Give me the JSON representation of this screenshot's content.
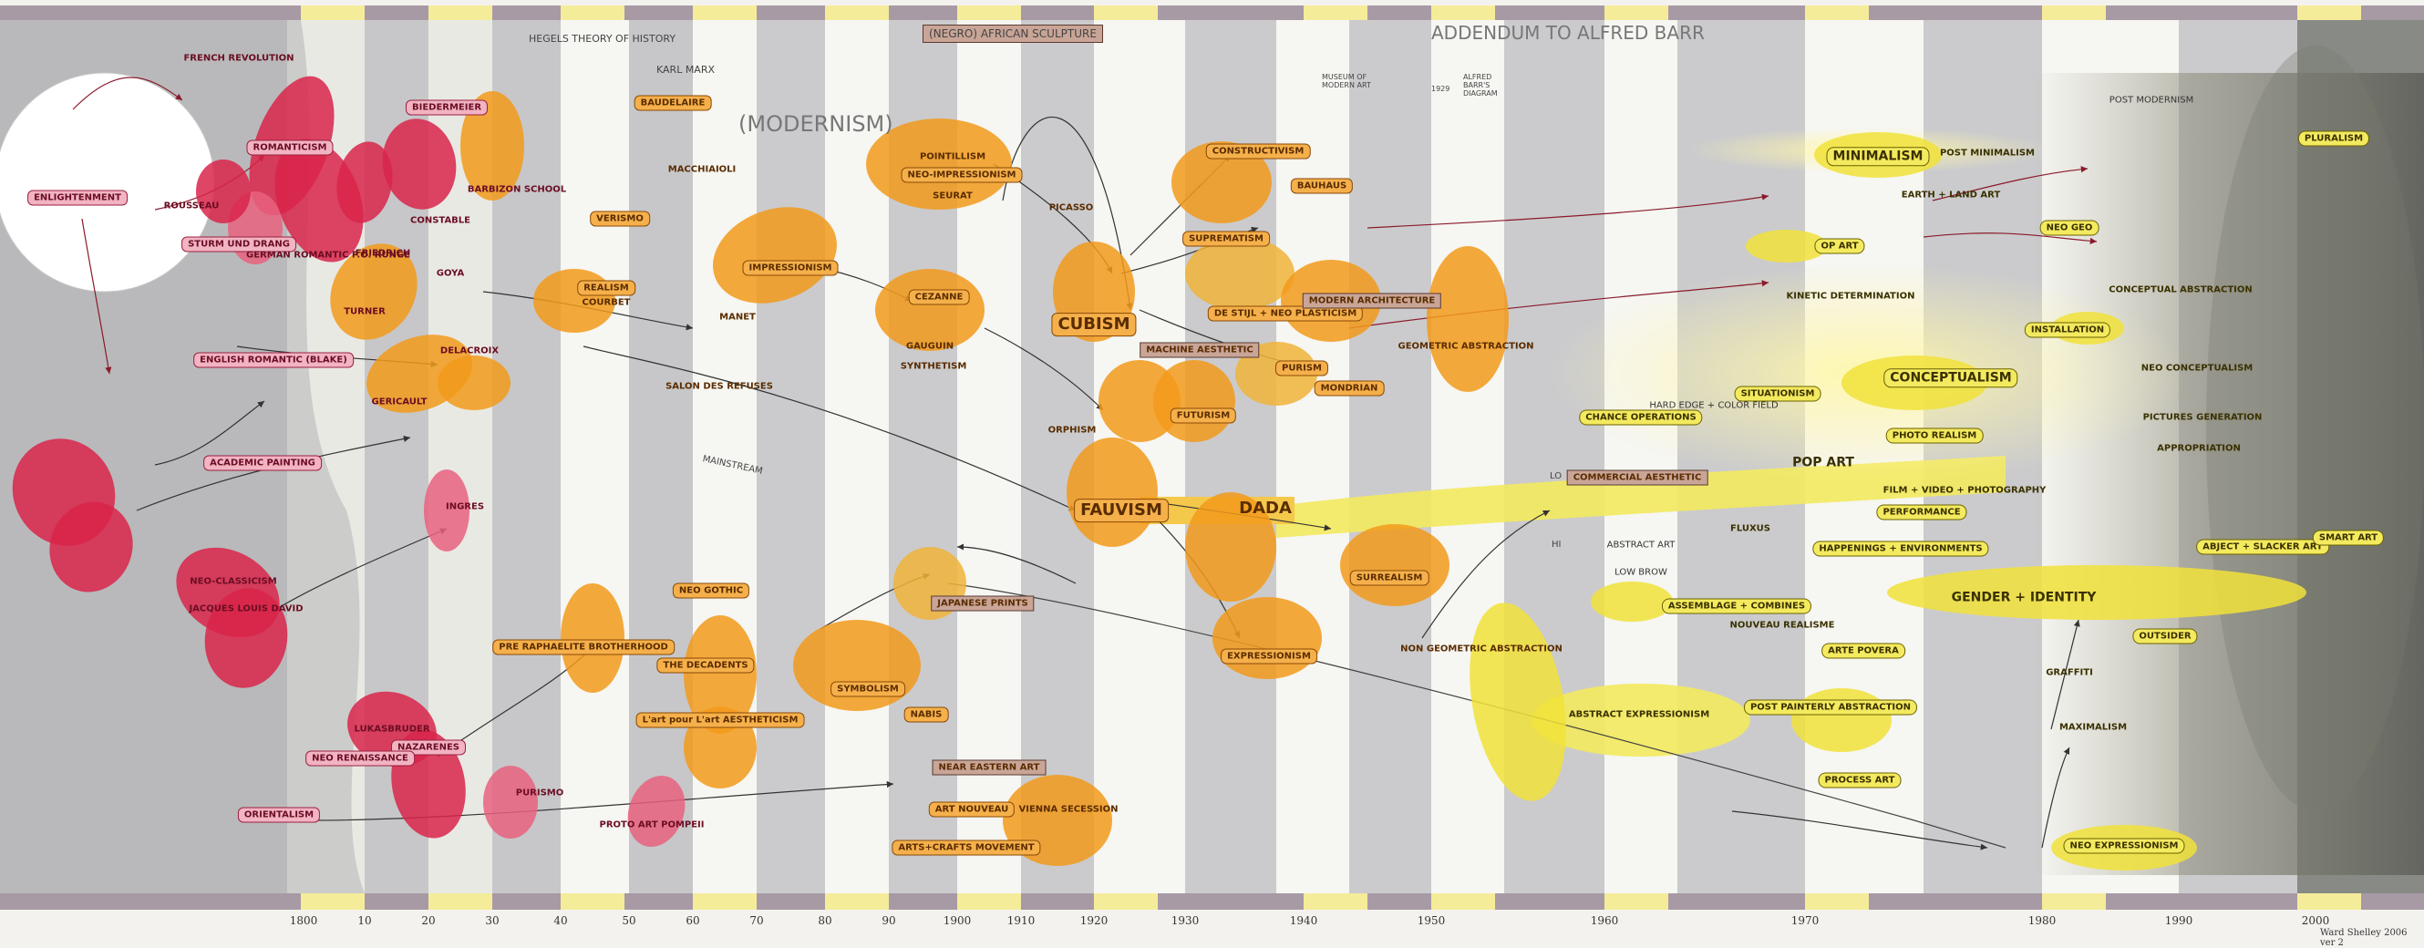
{
  "title": "ADDENDUM TO ALFRED BARR",
  "headers": {
    "hegel": "HEGELS THEORY OF HISTORY",
    "marx": "KARL MARX",
    "modernism": "(MODERNISM)",
    "negro_sculpture": "(NEGRO) AFRICAN SCULPTURE",
    "museum": "MUSEUM OF MODERN ART",
    "barr_diagram": "ALFRED BARR'S DIAGRAM",
    "year_1929": "1929",
    "mainstream": "MAINSTREAM",
    "lo": "LO",
    "hi": "HI"
  },
  "decade_ticks": [
    "1800",
    "10",
    "20",
    "30",
    "40",
    "50",
    "60",
    "70",
    "80",
    "90",
    "1900",
    "1910",
    "1920",
    "1930",
    "1940",
    "1950",
    "1960",
    "1970",
    "1980",
    "1990",
    "2000"
  ],
  "signature": "Ward Shelley 2006 ver 2",
  "nodes": {
    "enlightenment": "ENLIGHTENMENT",
    "french_revolution": "FRENCH REVOLUTION",
    "romanticism": "ROMANTICISM",
    "rousseau": "ROUSSEAU",
    "sturm_drang": "STURM UND DRANG",
    "german_romantic": "GERMAN ROMANTIC P.O. RUNGE",
    "friedrich": "FRIEDRICH",
    "turner": "TURNER",
    "english_romantic": "ENGLISH ROMANTIC (BLAKE)",
    "constable": "CONSTABLE",
    "goya": "GOYA",
    "barbizon": "BARBIZON SCHOOL",
    "biedermeier": "BIEDERMEIER",
    "gericault": "GERICAULT",
    "delacroix": "DELACROIX",
    "realism": "REALISM",
    "courbet": "COURBET",
    "verismo": "VERISMO",
    "baudelaire": "BAUDELAIRE",
    "macchiaioli": "MACCHIAIOLI",
    "impressionism": "IMPRESSIONISM",
    "manet": "MANET",
    "salon_refuses": "SALON DES REFUSES",
    "neo_impressionism": "NEO-IMPRESSIONISM",
    "seurat": "SEURAT",
    "pointillism": "POINTILLISM",
    "cezanne": "CEZANNE",
    "gauguin": "GAUGUIN",
    "synthetism": "SYNTHETISM",
    "cubism": "CUBISM",
    "picasso": "PICASSO",
    "constructivism": "CONSTRUCTIVISM",
    "bauhaus": "BAUHAUS",
    "suprematism": "SUPREMATISM",
    "de_stijl": "DE STIJL + NEO PLASTICISM",
    "modern_architecture": "MODERN ARCHITECTURE",
    "purism": "PURISM",
    "mondrian": "MONDRIAN",
    "machine_aesthetic": "MACHINE AESTHETIC",
    "futurism": "FUTURISM",
    "orphism": "ORPHISM",
    "fauvism": "FAUVISM",
    "dada": "DADA",
    "geometric_abstraction": "GEOMETRIC ABSTRACTION",
    "non_geometric_abstraction": "NON GEOMETRIC ABSTRACTION",
    "surrealism": "SURREALISM",
    "expressionism": "EXPRESSIONISM",
    "symbolism": "SYMBOLISM",
    "japanese_prints": "JAPANESE PRINTS",
    "nabis": "NABIS",
    "near_eastern_art": "NEAR EASTERN ART",
    "vienna_secession": "VIENNA SECESSION",
    "art_nouveau": "ART NOUVEAU",
    "arts_crafts": "ARTS+CRAFTS MOVEMENT",
    "academic_painting": "ACADEMIC PAINTING",
    "neo_classicism": "NEO-CLASSICISM",
    "david": "JACQUES LOUIS DAVID",
    "ingres": "INGRES",
    "orientalism": "ORIENTALISM",
    "pre_raphaelite": "PRE RAPHAELITE BROTHERHOOD",
    "neo_gothic": "NEO GOTHIC",
    "decadents": "THE DECADENTS",
    "aestheticism": "L'art pour L'art AESTHETICISM",
    "nazarenes": "NAZARENES",
    "neo_renaissance": "NEO RENAISSANCE",
    "lukasbund": "LUKASBRUDER",
    "purismo": "PURISMO",
    "pompeii": "PROTO ART POMPEII",
    "minimalism": "MINIMALISM",
    "post_minimalism": "POST MINIMALISM",
    "earth_land_art": "EARTH + LAND ART",
    "op_art": "OP ART",
    "kinetic": "KINETIC DETERMINATION",
    "conceptualism": "CONCEPTUALISM",
    "situationism": "SITUATIONISM",
    "photo_realism": "PHOTO REALISM",
    "pop_art": "POP ART",
    "film_video": "FILM + VIDEO + PHOTOGRAPHY",
    "performance": "PERFORMANCE",
    "fluxus": "FLUXUS",
    "happenings": "HAPPENINGS + ENVIRONMENTS",
    "gender_identity": "GENDER + IDENTITY",
    "assemblage": "ASSEMBLAGE + COMBINES",
    "arte_povera": "ARTE POVERA",
    "abstract_expressionism": "ABSTRACT EXPRESSIONISM",
    "post_painterly": "POST PAINTERLY ABSTRACTION",
    "process_art": "PROCESS ART",
    "neo_expressionism": "NEO EXPRESSIONISM",
    "maximalism": "MAXIMALISM",
    "graffiti": "GRAFFITI",
    "outsider": "OUTSIDER",
    "abject": "ABJECT + SLACKER ART",
    "smart_art": "SMART ART",
    "installation": "INSTALLATION",
    "neo_conceptualism": "NEO CONCEPTUALISM",
    "pictures_generation": "PICTURES GENERATION",
    "appropriation": "APPROPRIATION",
    "conceptual_abstraction": "CONCEPTUAL ABSTRACTION",
    "neo_geo": "NEO GEO",
    "pluralism": "PLURALISM",
    "post_modernism": "POST MODERNISM",
    "commercial_aesthetic": "COMMERCIAL AESTHETIC",
    "chance_operations": "CHANCE OPERATIONS",
    "nouveau_realisme": "NOUVEAU REALISME",
    "hard_edge": "HARD EDGE + COLOR FIELD",
    "lowbrow": "LOW BROW",
    "futurist_other": "PURISM",
    "abstract_high": "ABSTRACT ART"
  }
}
